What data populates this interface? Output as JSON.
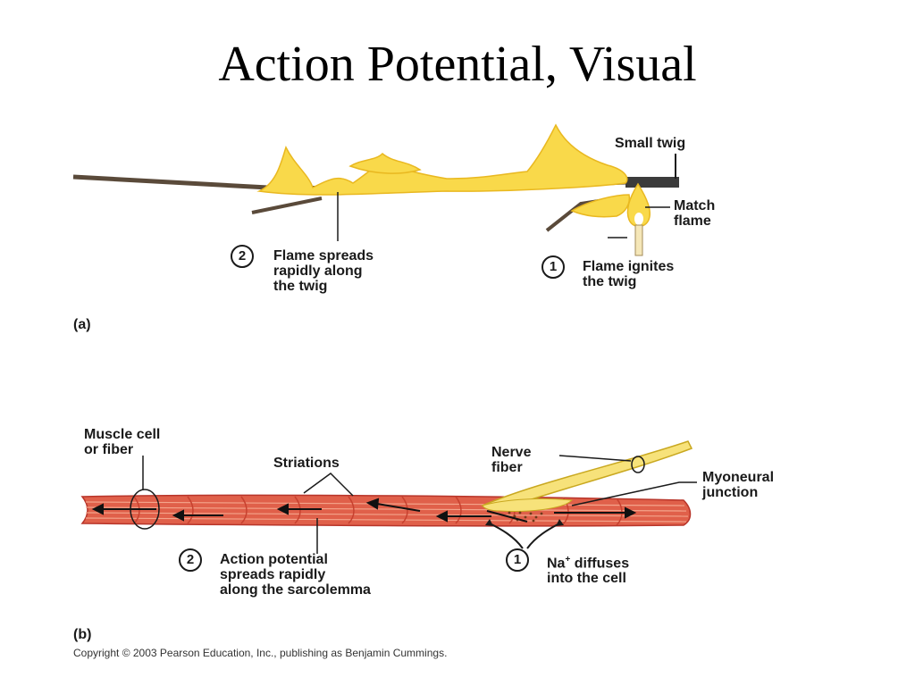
{
  "slide": {
    "title": "Action Potential, Visual"
  },
  "panel_a": {
    "label": "(a)",
    "small_twig": "Small twig",
    "match_flame": "Match\nflame",
    "step1_num": "1",
    "step1_text": "Flame ignites\nthe twig",
    "step2_num": "2",
    "step2_text": "Flame spreads\nrapidly along\nthe twig"
  },
  "panel_b": {
    "label": "(b)",
    "muscle_cell": "Muscle cell\nor fiber",
    "striations": "Striations",
    "nerve_fiber": "Nerve\nfiber",
    "myoneural_junction": "Myoneural\njunction",
    "step1_num": "1",
    "step1_text_prefix": "Na",
    "step1_text_sup": "+",
    "step1_text_suffix": " diffuses",
    "step1_text_line2": "into the cell",
    "step2_num": "2",
    "step2_text": "Action potential\nspreads rapidly\nalong the sarcolemma"
  },
  "copyright": "Copyright © 2003 Pearson Education, Inc., publishing as Benjamin Cummings.",
  "colors": {
    "flame": "#f9d94a",
    "flame_edge": "#e9b820",
    "muscle": "#e0604a",
    "muscle_dark": "#b8352a",
    "nerve": "#f7e27a"
  }
}
